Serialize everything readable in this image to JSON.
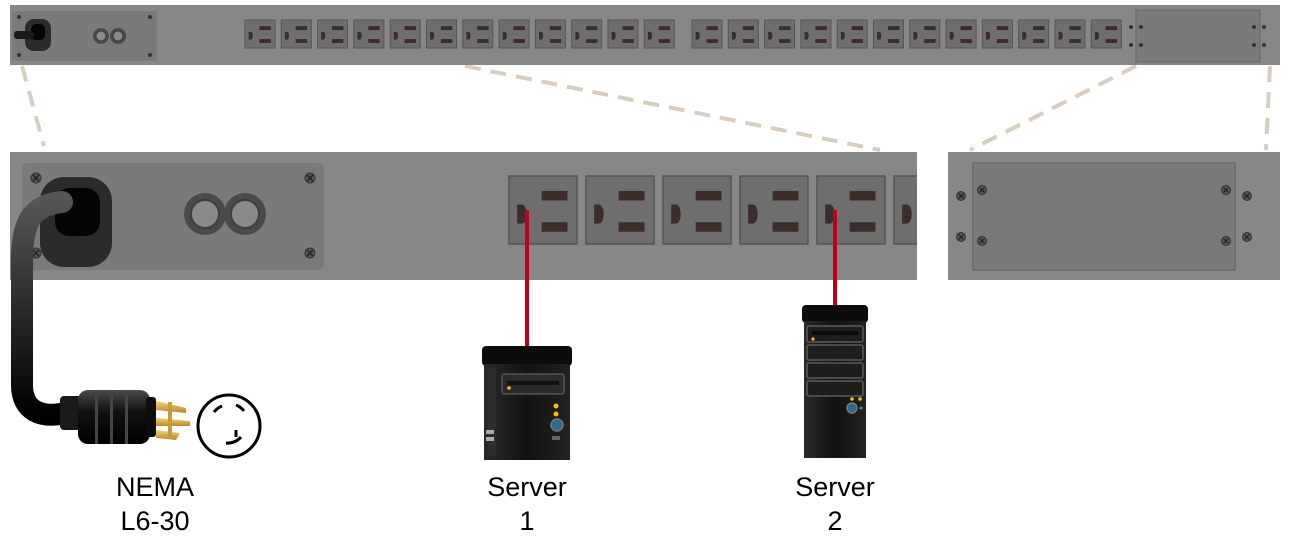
{
  "labels": {
    "plug_line1": "NEMA",
    "plug_line2": "L6-30",
    "server1_line1": "Server",
    "server1_line2": "1",
    "server2_line1": "Server",
    "server2_line2": "2"
  },
  "colors": {
    "pdu_body": "#878787",
    "panel": "#7a7a7a",
    "outlet": "#6e6e6e",
    "socket": "#3d2c2c",
    "leader_line": "#d8cdbf",
    "power_cord": "#c0001a",
    "server_body": "#151515"
  },
  "counts": {
    "outlets_group_a": 12,
    "outlets_group_b": 12,
    "outlets_zoomed": 6
  }
}
